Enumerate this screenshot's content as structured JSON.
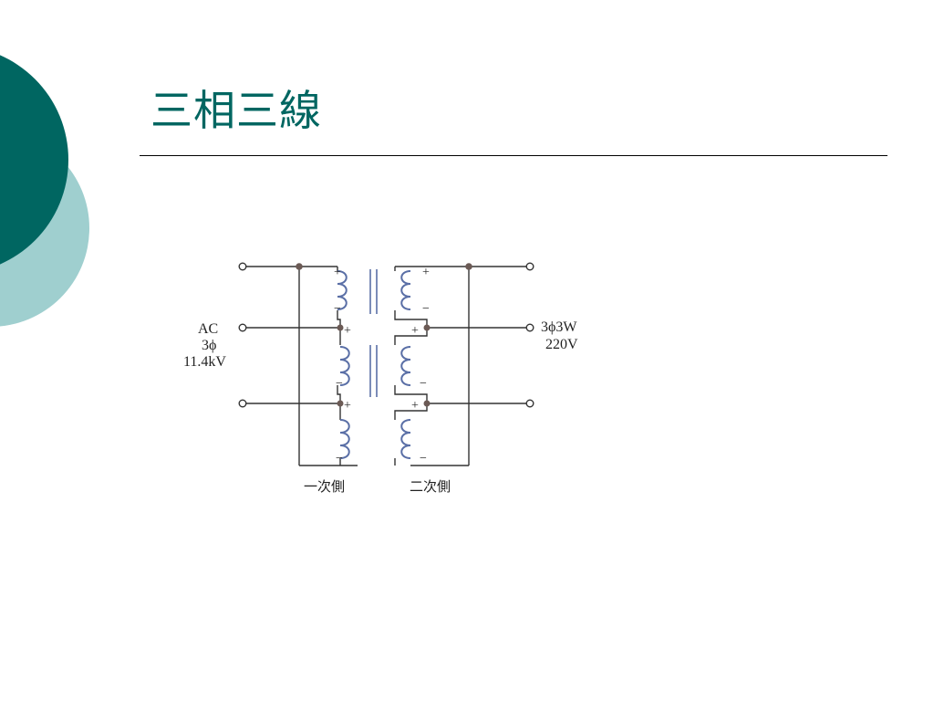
{
  "slide": {
    "title": "三相三線",
    "colors": {
      "teal_dark": "#006661",
      "teal_light": "#9fcfcf",
      "title": "#006661",
      "wire": "#333333",
      "coil": "#5a6fa6"
    }
  },
  "diagram": {
    "input": {
      "line1": "AC",
      "line2": "3ϕ",
      "line3": "11.4kV"
    },
    "output": {
      "line1": "3ϕ3W",
      "line2": "220V"
    },
    "primary_side_label": "一次側",
    "secondary_side_label": "二次側",
    "polarity_plus": "+",
    "polarity_minus": "−"
  }
}
